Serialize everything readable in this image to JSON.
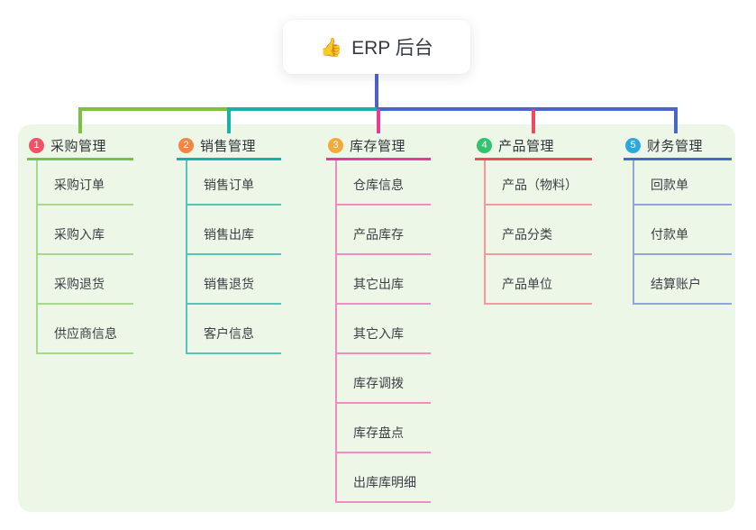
{
  "root": {
    "icon": "👍",
    "label": "ERP 后台"
  },
  "branches": [
    {
      "badge": "1",
      "label": "采购管理",
      "color": "#7cc144",
      "light_color": "#a9d88a",
      "badge_color": "#ef5368",
      "children": [
        "采购订单",
        "采购入库",
        "采购退货",
        "供应商信息"
      ]
    },
    {
      "badge": "2",
      "label": "销售管理",
      "color": "#16b3a6",
      "light_color": "#56c5b8",
      "badge_color": "#f58540",
      "children": [
        "销售订单",
        "销售出库",
        "销售退货",
        "客户信息"
      ]
    },
    {
      "badge": "3",
      "label": "库存管理",
      "color": "#e73c94",
      "light_color": "#f08cc1",
      "badge_color": "#f6a93b",
      "children": [
        "仓库信息",
        "产品库存",
        "其它出库",
        "其它入库",
        "库存调拨",
        "库存盘点",
        "出库库明细"
      ]
    },
    {
      "badge": "4",
      "label": "产品管理",
      "color": "#f4495c",
      "light_color": "#f7989c",
      "badge_color": "#33c26e",
      "children": [
        "产品（物料）",
        "产品分类",
        "产品单位"
      ]
    },
    {
      "badge": "5",
      "label": "财务管理",
      "color": "#4a67c8",
      "light_color": "#8ea6da",
      "badge_color": "#2ca8e0",
      "children": [
        "回款单",
        "付款单",
        "结算账户"
      ]
    }
  ],
  "colors": {
    "canvas_bg": "#ffffff",
    "panel_bg": "#edf7e8",
    "stem": "#5060c9",
    "text_dark": "#2f343a"
  }
}
